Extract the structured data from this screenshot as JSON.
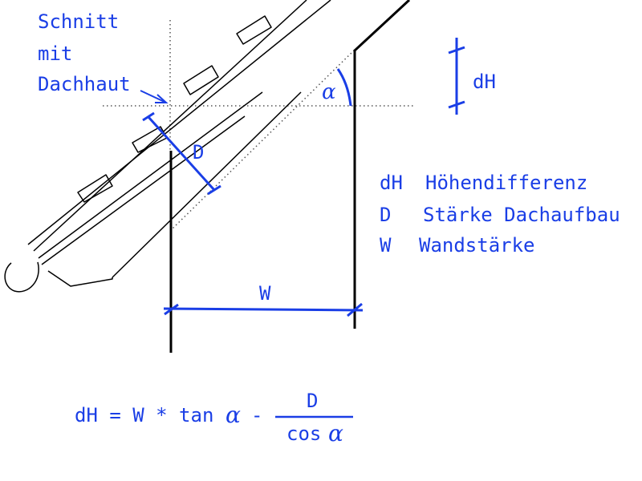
{
  "colors": {
    "line": "#000000",
    "accent": "#1a3ee6",
    "dotted": "#555555"
  },
  "callout": {
    "line1": "Schnitt",
    "line2": "mit",
    "line3": "Dachhaut"
  },
  "dims": {
    "alpha": "α",
    "D": "D",
    "dH": "dH",
    "W": "W"
  },
  "legend": [
    {
      "sym": "dH",
      "text": "Höhendifferenz"
    },
    {
      "sym": "D",
      "text": "Stärke Dachaufbau"
    },
    {
      "sym": "W",
      "text": "Wandstärke"
    }
  ],
  "formula": {
    "lhs": "dH = W * tan",
    "alpha": "α",
    "minus": "-",
    "numerator": "D",
    "denominator": "cos",
    "den_alpha": "α"
  }
}
